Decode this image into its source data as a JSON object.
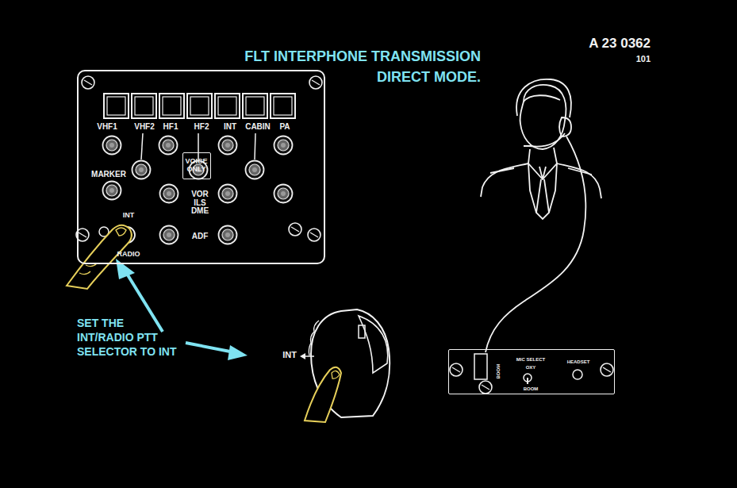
{
  "diagram": {
    "title": "FLT INTERPHONE TRANSMISSION DIRECT MODE.",
    "nodes": [
      {
        "text": [
          "VHF1",
          "VHF2",
          "HF1",
          "HF2",
          "INT",
          "CABIN",
          "PA",
          "MARKER",
          "VOR ILS DME",
          "ADF",
          "INT",
          "RADIO"
        ]
      },
      {
        "text": [
          "VOICE ONLY"
        ],
        "in": 0
      },
      {
        "text": [
          "BOOM",
          "MIC SELECT",
          "OXY",
          "BOOM",
          "HEADSET"
        ]
      }
    ],
    "labels": [
      "A 23 0362",
      "101",
      "SET THE INT/RADIO PTT SELECTOR TO INT",
      "INT"
    ]
  }
}
